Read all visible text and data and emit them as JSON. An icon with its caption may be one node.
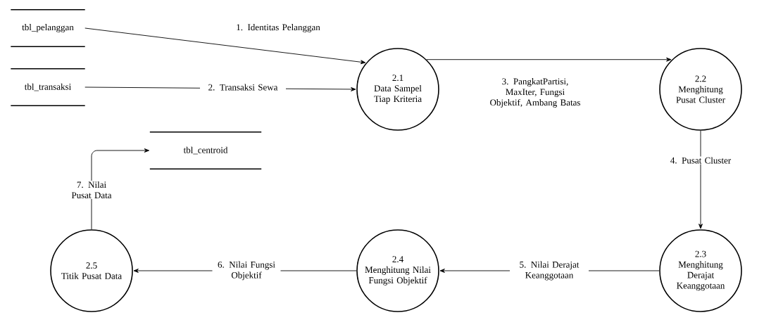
{
  "diagram": {
    "nodes": [
      {
        "text": [
          "tbl_pelanggan"
        ]
      },
      {
        "text": [
          "tbl_transaksi"
        ]
      },
      {
        "text": [
          "2.1",
          "Data Sampel Tiap Kriteria"
        ]
      },
      {
        "text": [
          "2.2",
          "Menghitung Pusat Cluster"
        ]
      },
      {
        "text": [
          "2.3",
          "Menghitung Derajat Keanggotaan"
        ]
      },
      {
        "text": [
          "2.4",
          "Menghitung Nilai Fungsi Objektif"
        ]
      },
      {
        "text": [
          "2.5",
          "Titik Pusat Data"
        ]
      },
      {
        "text": [
          "tbl_centroid"
        ]
      }
    ],
    "edges": [
      {
        "from": 0,
        "to": 2,
        "arrow": "to",
        "label": "1. Identitas Pelanggan"
      },
      {
        "from": 1,
        "to": 2,
        "arrow": "to",
        "label": "2. Transaksi Sewa"
      },
      {
        "from": 2,
        "to": 3,
        "arrow": "to",
        "label": "3. PangkatPartisi, MaxIter, Fungsi Objektif, Ambang Batas"
      },
      {
        "from": 3,
        "to": 4,
        "arrow": "to",
        "label": "4. Pusat Cluster"
      },
      {
        "from": 4,
        "to": 5,
        "arrow": "to",
        "label": "5. Nilai Derajat Keanggotaan"
      },
      {
        "from": 5,
        "to": 6,
        "arrow": "to",
        "label": "6. Nilai Fungsi Objektif"
      },
      {
        "from": 6,
        "to": 7,
        "arrow": "to",
        "label": "7. Nilai Pusat Data"
      }
    ]
  }
}
